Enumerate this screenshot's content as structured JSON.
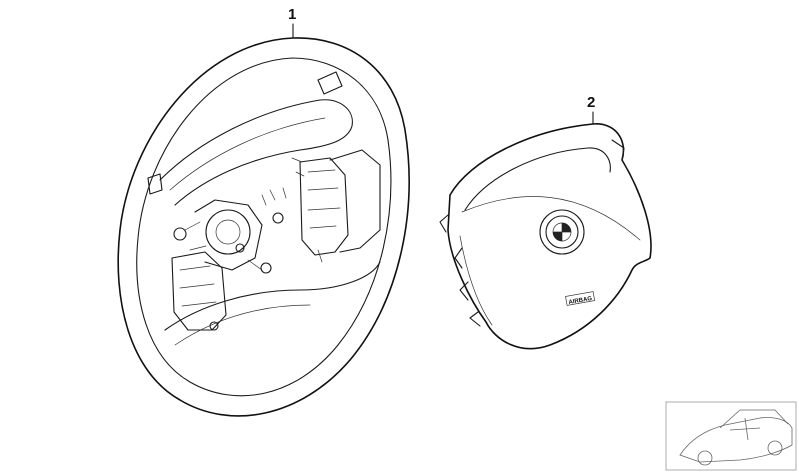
{
  "callouts": [
    {
      "id": "1",
      "label": "1",
      "part": "steering-wheel"
    },
    {
      "id": "2",
      "label": "2",
      "part": "airbag-module"
    }
  ],
  "airbag_emblem_text": "AIRBAG"
}
